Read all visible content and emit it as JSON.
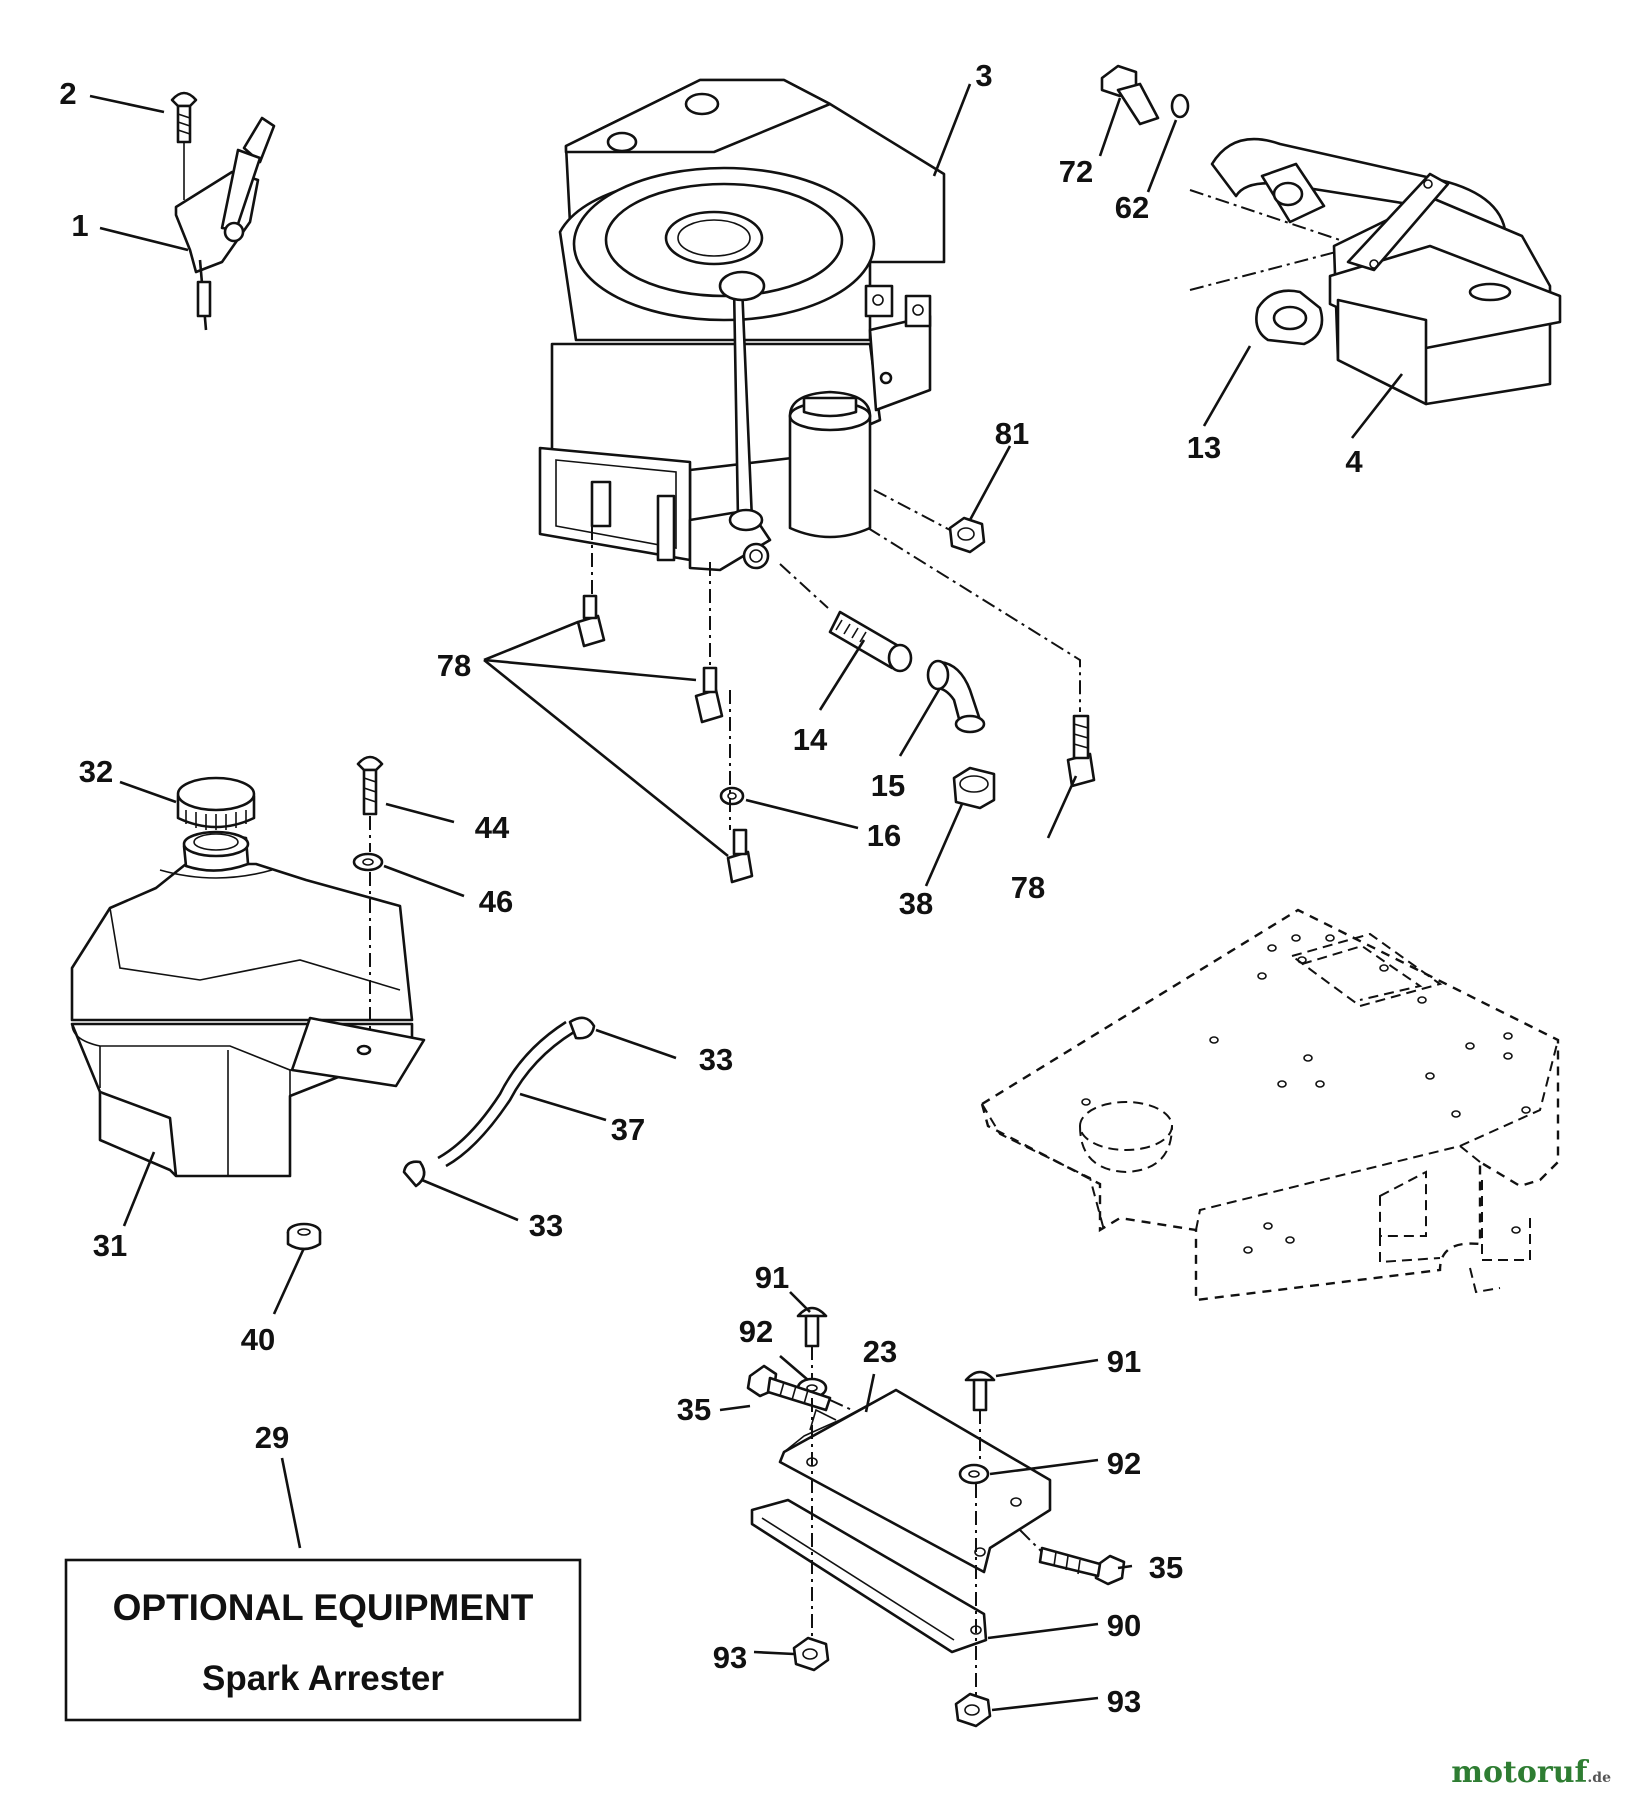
{
  "callouts": {
    "c1": "1",
    "c2": "2",
    "c3": "3",
    "c4": "4",
    "c13": "13",
    "c14": "14",
    "c15": "15",
    "c16": "16",
    "c23": "23",
    "c29": "29",
    "c31": "31",
    "c32": "32",
    "c33a": "33",
    "c33b": "33",
    "c35a": "35",
    "c35b": "35",
    "c37": "37",
    "c38": "38",
    "c40": "40",
    "c44": "44",
    "c46": "46",
    "c62": "62",
    "c72": "72",
    "c78a": "78",
    "c78b": "78",
    "c81": "81",
    "c90": "90",
    "c91a": "91",
    "c91b": "91",
    "c92a": "92",
    "c92b": "92",
    "c93a": "93",
    "c93b": "93"
  },
  "optional_box": {
    "title": "OPTIONAL EQUIPMENT",
    "subtitle": "Spark Arrester"
  },
  "watermark": {
    "brand": "motoruf",
    "domain": ".de"
  }
}
